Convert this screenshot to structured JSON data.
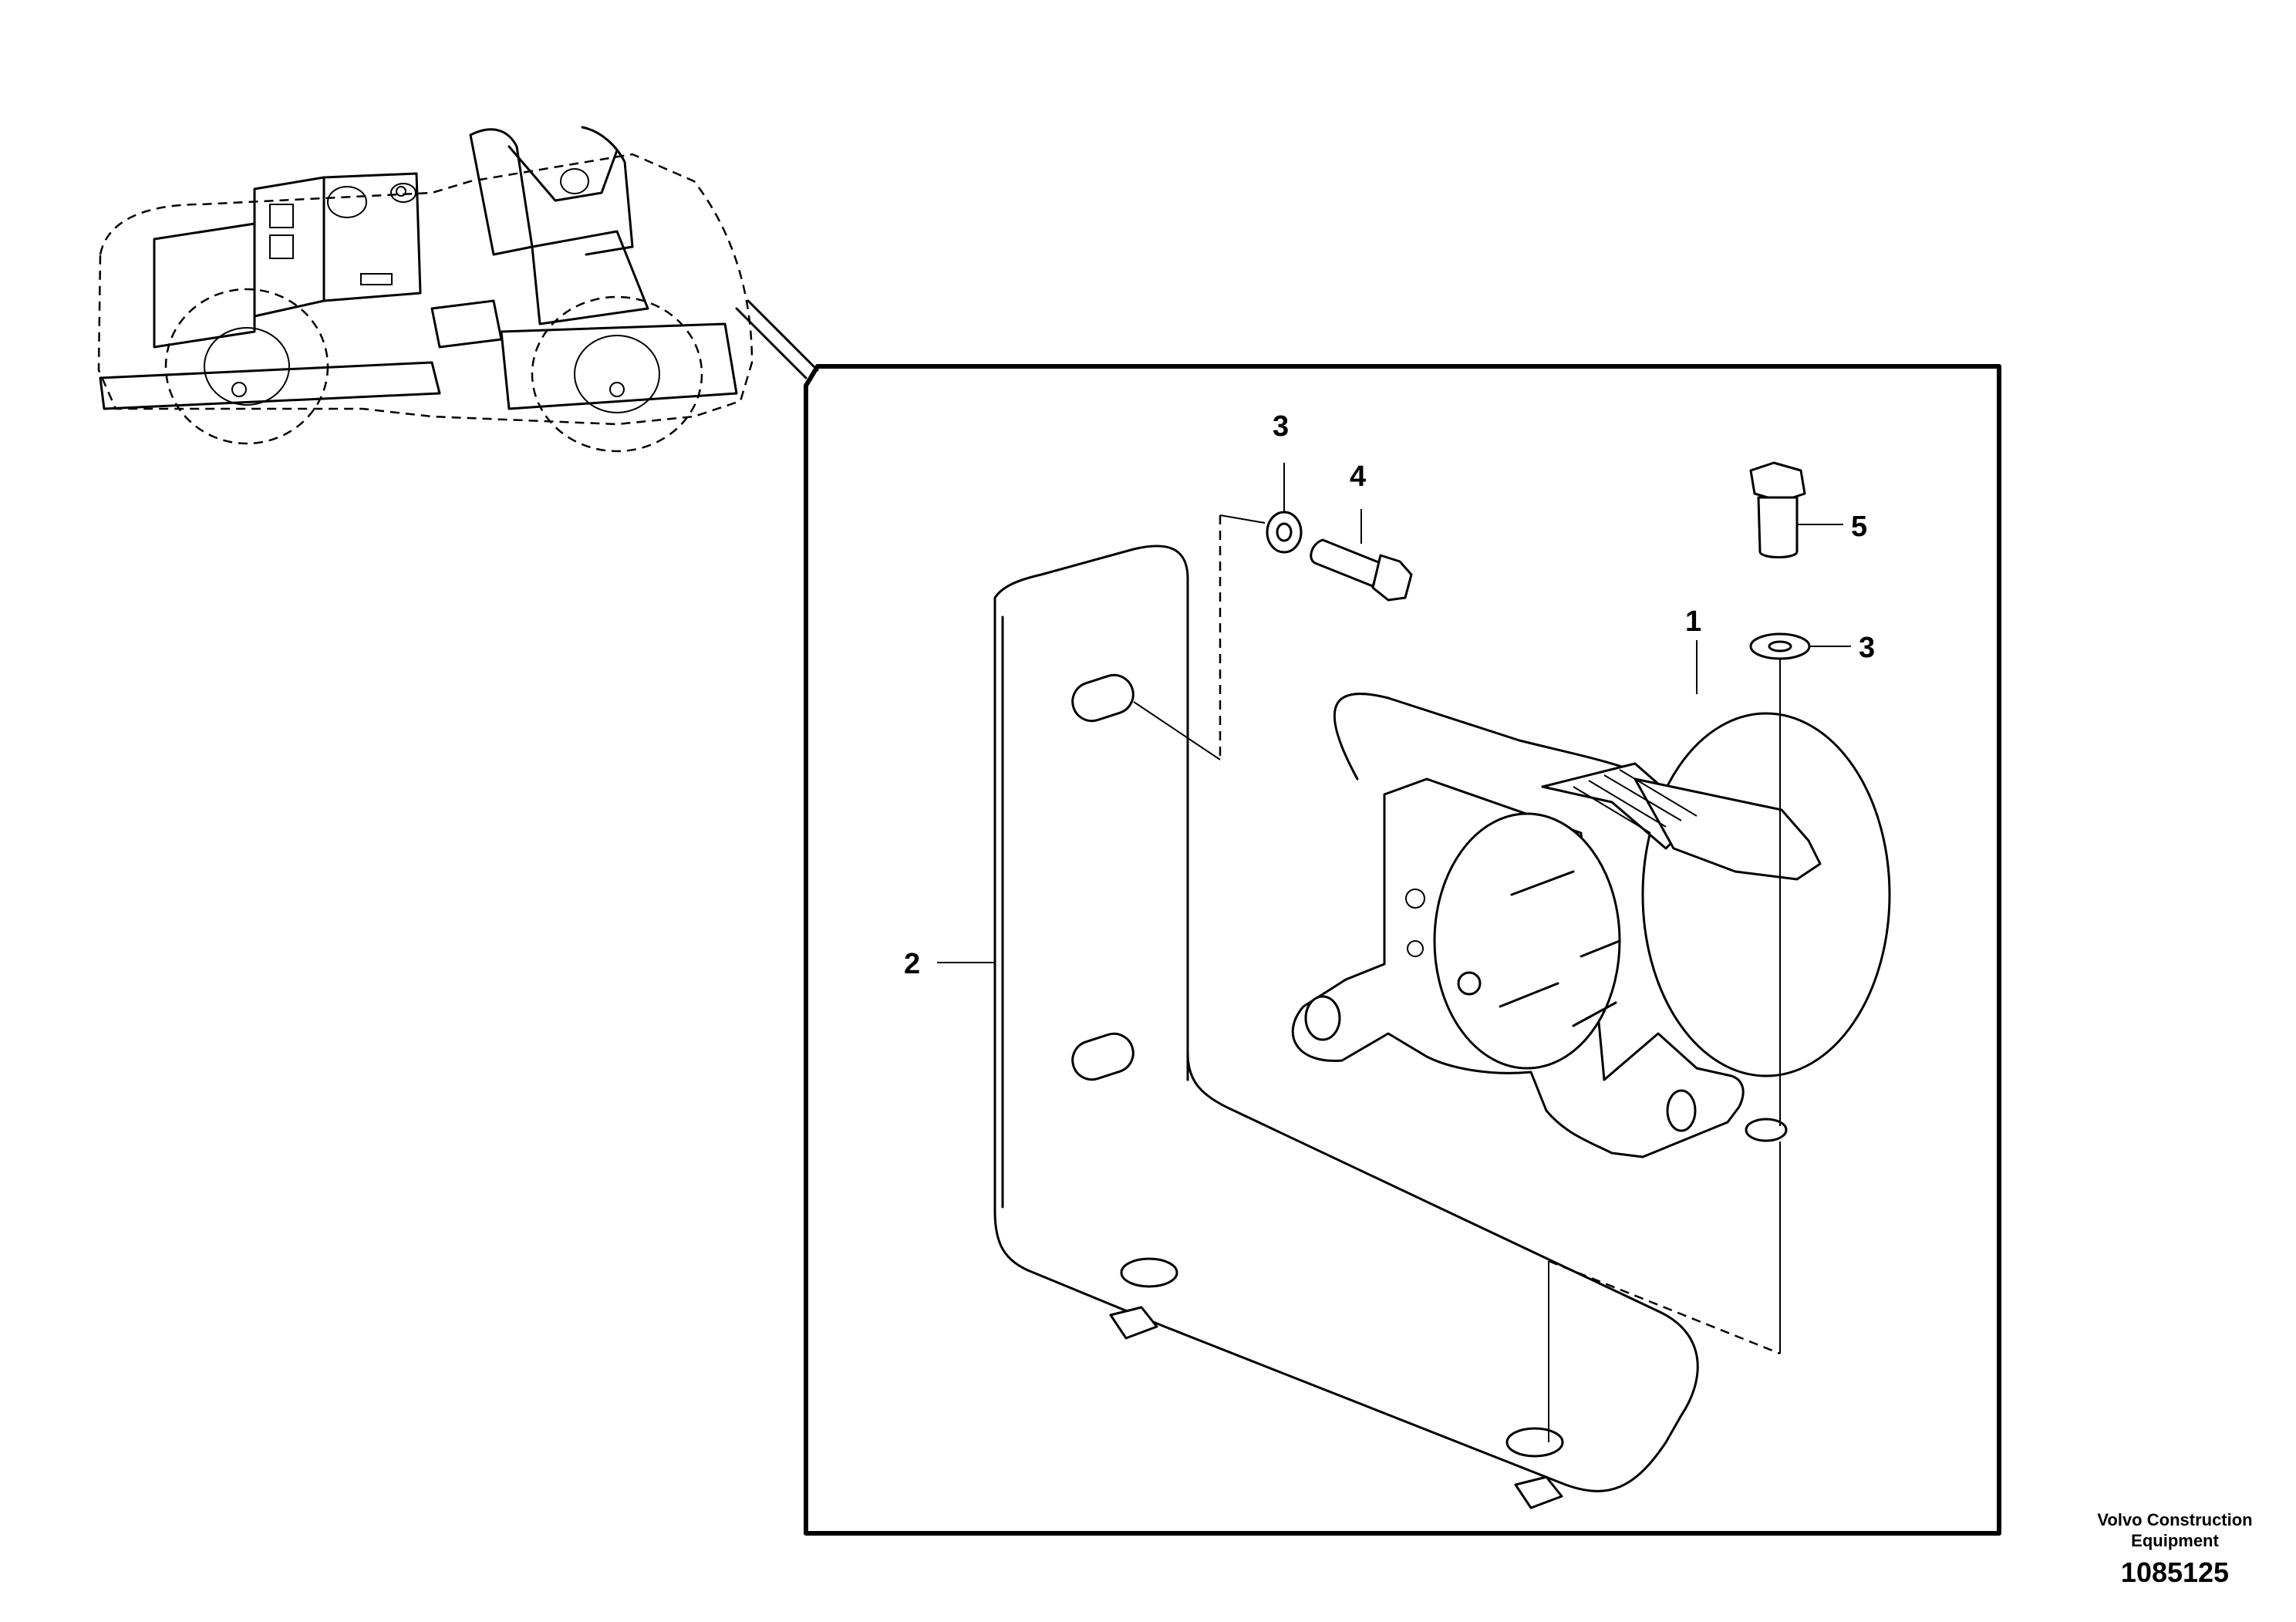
{
  "callouts": [
    {
      "id": "c1",
      "label": "1"
    },
    {
      "id": "c2",
      "label": "2"
    },
    {
      "id": "c3a",
      "label": "3"
    },
    {
      "id": "c3b",
      "label": "3"
    },
    {
      "id": "c4",
      "label": "4"
    },
    {
      "id": "c5",
      "label": "5"
    }
  ],
  "credit": {
    "company_line1": "Volvo Construction",
    "company_line2": "Equipment",
    "drawing_number": "1085125"
  }
}
